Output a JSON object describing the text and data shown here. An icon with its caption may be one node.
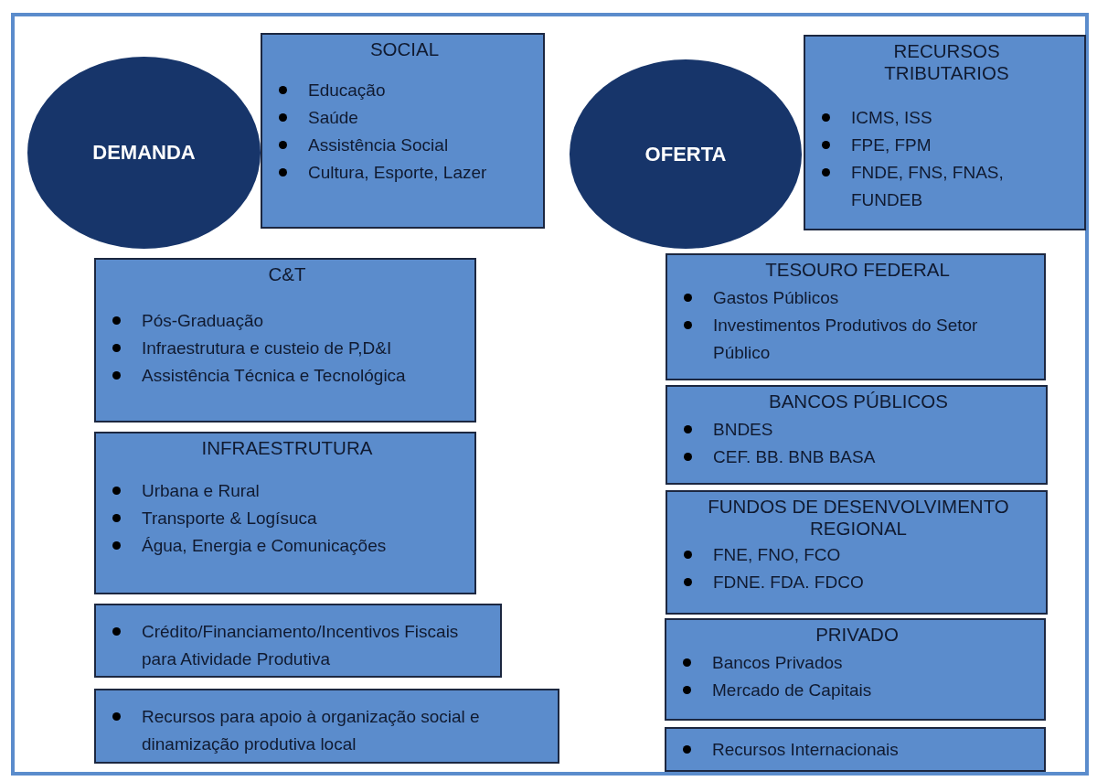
{
  "diagram": {
    "nodes": [
      {
        "text": [
          "DEMANDA"
        ]
      },
      {
        "text": [
          "SOCIAL",
          "Educação",
          "Saúde",
          "Assistência Social",
          "Cultura, Esporte, Lazer"
        ]
      },
      {
        "text": [
          "C&T",
          "Pós-Graduação",
          "Infraestrutura e custeio de P,D&I",
          "Assistência Técnica e Tecnológica"
        ]
      },
      {
        "text": [
          "INFRAESTRUTURA",
          "Urbana e Rural",
          "Transporte & Logísuca",
          "Água, Energia e Comunicações"
        ]
      },
      {
        "text": [
          "Crédito/Financiamento/Incentivos Fiscais para Atividade Produtiva"
        ]
      },
      {
        "text": [
          "Recursos para apoio à organização social e dinamização produtiva local"
        ]
      },
      {
        "text": [
          "OFERTA"
        ]
      },
      {
        "text": [
          "RECURSOS TRIBUTARIOS",
          "ICMS, ISS",
          "FPE, FPM",
          "FNDE, FNS, FNAS, FUNDEB"
        ]
      },
      {
        "text": [
          "TESOURO FEDERAL",
          "Gastos Públicos",
          "Investimentos Produtivos do Setor Público"
        ]
      },
      {
        "text": [
          "BANCOS PÚBLICOS",
          "BNDES",
          "CEF. BB. BNB BASA"
        ]
      },
      {
        "text": [
          "FUNDOS DE DESENVOLVIMENTO REGIONAL",
          "FNE, FNO, FCO",
          "FDNE. FDA. FDCO"
        ]
      },
      {
        "text": [
          "PRIVADO",
          "Bancos Privados",
          "Mercado de Capitais"
        ]
      },
      {
        "text": [
          "Recursos Internacionais"
        ]
      }
    ],
    "edges": []
  }
}
